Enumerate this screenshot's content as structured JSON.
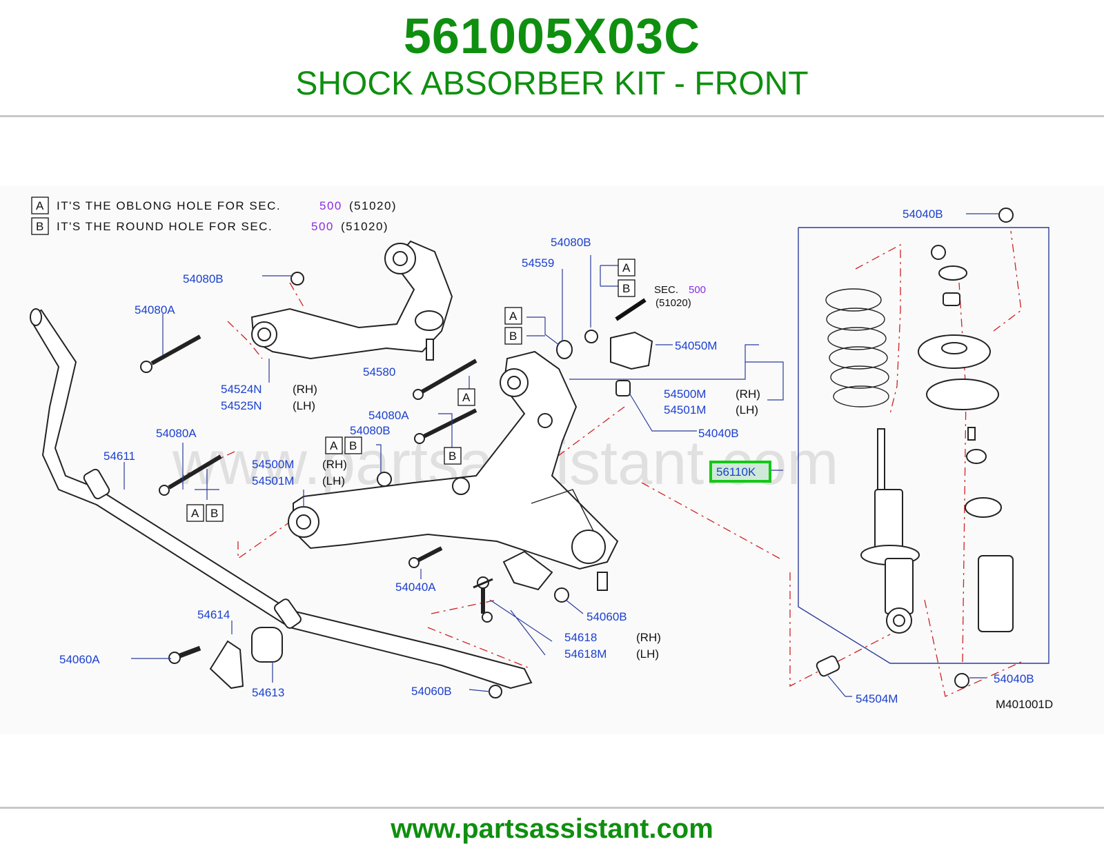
{
  "header": {
    "part_number": "561005X03C",
    "title": "SHOCK ABSORBER KIT - FRONT"
  },
  "notes": [
    {
      "key": "A",
      "text": "IT'S  THE  OBLONG  HOLE  FOR  SEC.",
      "sec": "500",
      "ref": "(51020)"
    },
    {
      "key": "B",
      "text": "IT'S  THE  ROUND  HOLE  FOR  SEC.",
      "sec": "500",
      "ref": "(51020)"
    }
  ],
  "sec_callout": {
    "label": "SEC.",
    "sec": "500",
    "ref": "(51020)"
  },
  "callouts": {
    "c54040B_top": "54040B",
    "c54080B_upper": "54080B",
    "c54080B_left": "54080B",
    "c54559": "54559",
    "c54080A_left": "54080A",
    "c54050M": "54050M",
    "c54524N": "54524N",
    "c54525N": "54525N",
    "rh1": "(RH)",
    "lh1": "(LH)",
    "c54580": "54580",
    "c54500M_r": "54500M",
    "c54501M_r": "54501M",
    "rh2": "(RH)",
    "lh2": "(LH)",
    "c54080A_mid": "54080A",
    "c54040B_mid": "54040B",
    "c54080B_mid": "54080B",
    "c54080A_low": "54080A",
    "c54611": "54611",
    "c54500M_l": "54500M",
    "c54501M_l": "54501M",
    "rh3": "(RH)",
    "lh3": "(LH)",
    "c56110K": "56110K",
    "c54040A": "54040A",
    "c54060B_mid": "54060B",
    "c54614": "54614",
    "c54618": "54618",
    "c54618M": "54618M",
    "rh4": "(RH)",
    "lh4": "(LH)",
    "c54060A": "54060A",
    "c54613": "54613",
    "c54060B_low": "54060B",
    "c54040B_bot": "54040B",
    "c54504M": "54504M",
    "diagram_code": "M401001D"
  },
  "box_letters": {
    "a": "A",
    "b": "B"
  },
  "watermark": "www.partsassistant.com",
  "highlighted_part": "56110K",
  "footer": {
    "url": "www.partsassistant.com"
  },
  "colors": {
    "brand_green": "#0f8f0f",
    "callout_blue": "#1a3fd0",
    "section_purple": "#8a2be2",
    "highlight_green": "#14c814",
    "leader_red": "#d02020"
  }
}
